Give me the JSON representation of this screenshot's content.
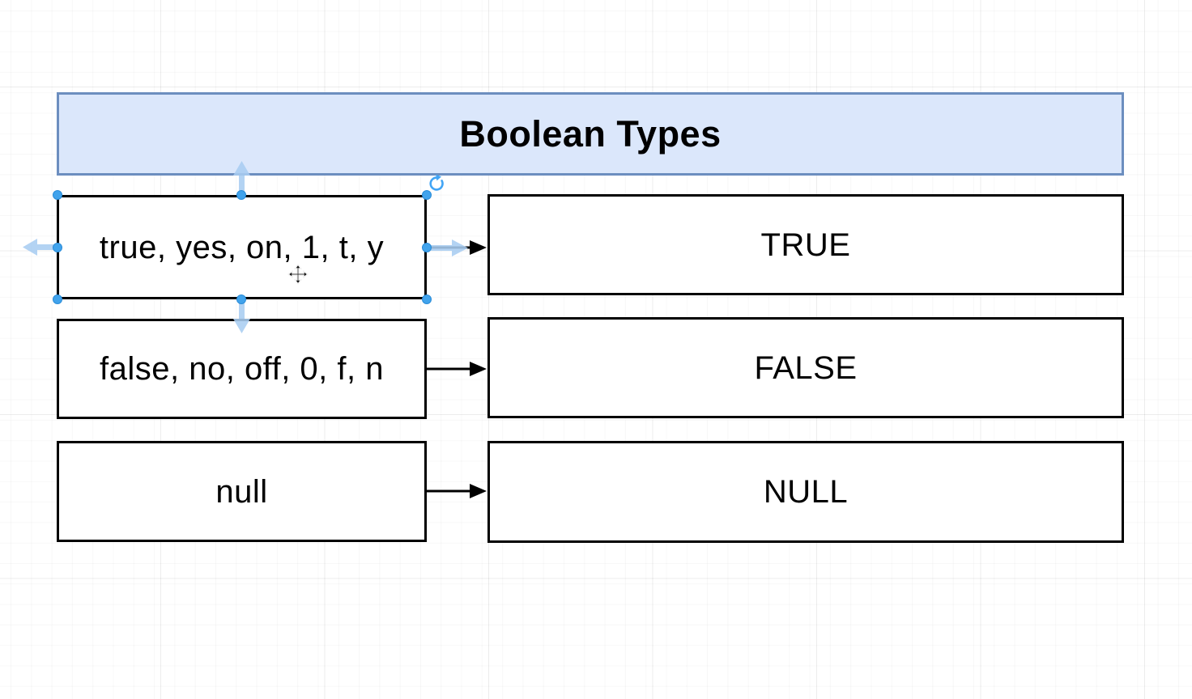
{
  "diagram": {
    "title": "Boolean Types",
    "mappings": [
      {
        "source": "true, yes, on, 1, t, y",
        "target": "TRUE",
        "selected": true
      },
      {
        "source": "false, no, off, 0, f, n",
        "target": "FALSE",
        "selected": false
      },
      {
        "source": "null",
        "target": "NULL",
        "selected": false
      }
    ]
  },
  "selection": {
    "selected_node": "true, yes, on, 1, t, y",
    "handle_count": 8,
    "hint_arrows": [
      "up",
      "down",
      "left",
      "right"
    ],
    "tools": [
      "rotate-handle"
    ],
    "cursor": "move"
  },
  "colors": {
    "title_fill": "#dbe7fb",
    "title_border": "#6c8ebf",
    "node_fill": "#ffffff",
    "node_border": "#000000",
    "connector": "#000000",
    "selection_handle": "#41a3ec",
    "direction_hint": "#a9cdf2",
    "rotate_icon": "#42a5f5",
    "grid_line": "#ededed"
  },
  "icons": {
    "rotate": "rotate-icon",
    "move": "move-cursor-icon",
    "hint_up": "arrow-up-icon",
    "hint_down": "arrow-down-icon",
    "hint_left": "arrow-left-icon",
    "hint_right": "arrow-right-icon"
  }
}
